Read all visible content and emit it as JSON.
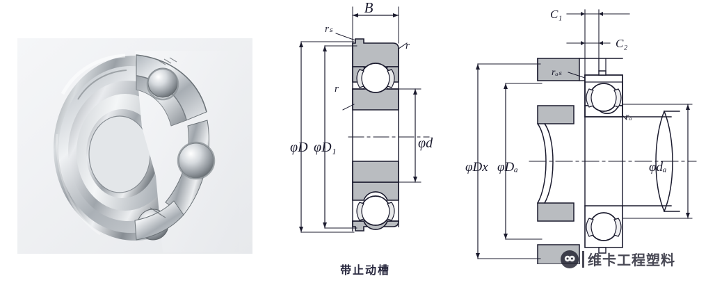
{
  "page": {
    "background_color": "#ffffff",
    "ink_color": "#1b1b2e",
    "metal_fill_color": "#b9bcc0",
    "ring_fill_color": "#c9ccd0"
  },
  "photo": {
    "name": "deep-groove-ball-bearing-cutaway-photo",
    "description": "Cutaway steel deep groove ball bearing",
    "panel_color": "#eceef1"
  },
  "figure_middle": {
    "title": "带止动槽",
    "labels": {
      "width": "B",
      "chamfer_left": "rₛ",
      "chamfer_right": "r",
      "chamfer_inner": "r",
      "outer_diameter": "φD",
      "groove_diameter": "φD₁",
      "bore_diameter": "φd"
    }
  },
  "figure_right": {
    "labels": {
      "clearance_1": "C₁",
      "clearance_2": "C₂",
      "fillet_housing": "rₐₛ",
      "fillet_shaft": "rₐ",
      "housing_diameter": "φDx",
      "shoulder_diameter": "φDₐ",
      "shaft_diameter": "φdₐ"
    }
  },
  "watermark": {
    "text": "维卡工程塑料",
    "color": "#20202f"
  }
}
